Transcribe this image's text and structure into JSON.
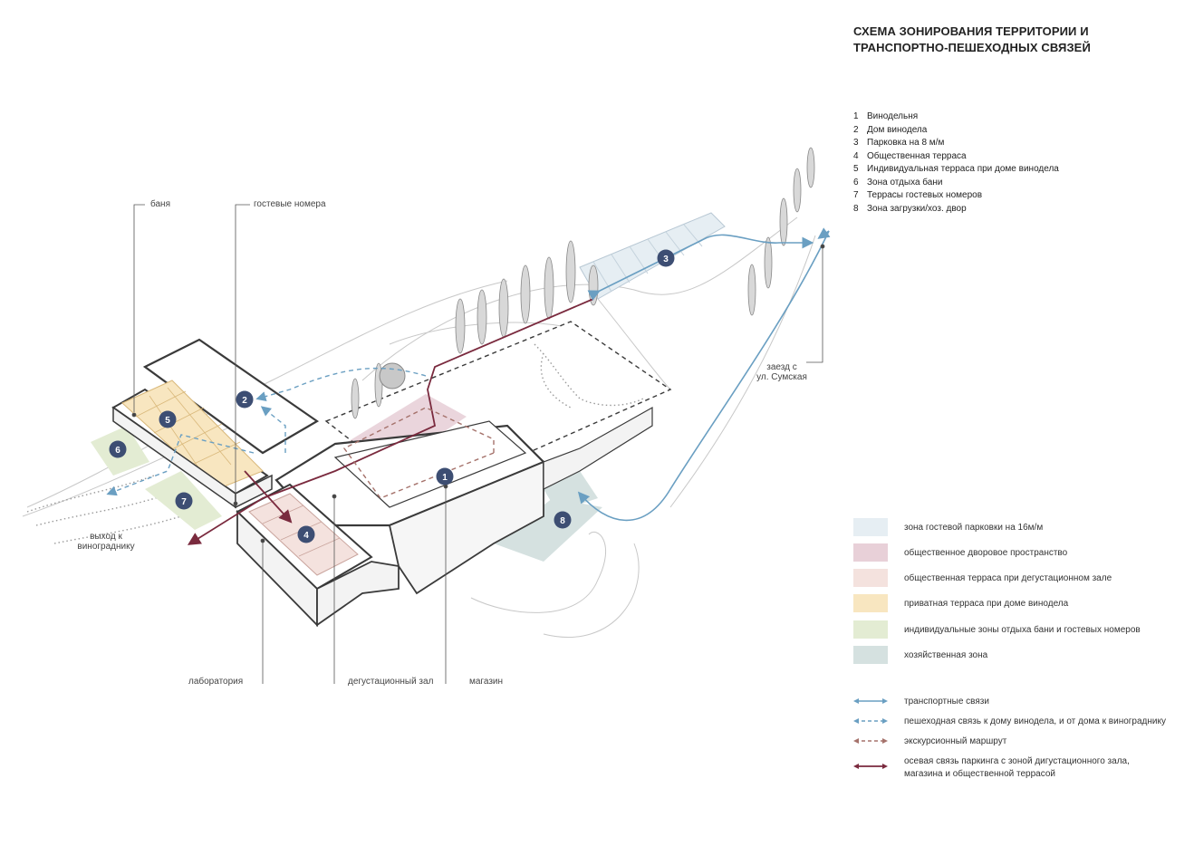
{
  "title": {
    "line1": "СХЕМА ЗОНИРОВАНИЯ ТЕРРИТОРИИ И",
    "line2": "ТРАНСПОРТНО-ПЕШЕХОДНЫХ СВЯЗЕЙ"
  },
  "numbered_list": [
    {
      "num": "1",
      "label": "Винодельня"
    },
    {
      "num": "2",
      "label": "Дом винодела"
    },
    {
      "num": "3",
      "label": "Парковка на 8 м/м"
    },
    {
      "num": "4",
      "label": "Общественная терраса"
    },
    {
      "num": "5",
      "label": "Индивидуальная терраса при доме винодела"
    },
    {
      "num": "6",
      "label": "Зона отдыха бани"
    },
    {
      "num": "7",
      "label": "Террасы гостевых номеров"
    },
    {
      "num": "8",
      "label": "Зона загрузки/хоз. двор"
    }
  ],
  "zone_legend": [
    {
      "label": "зона гостевой парковки на 16м/м",
      "color": "#e6eef3"
    },
    {
      "label": "общественное дворовое пространство",
      "color": "#e8d0d8"
    },
    {
      "label": "общественная терраса при дегустационном зале",
      "color": "#f4e2de"
    },
    {
      "label": "приватная терраса при доме винодела",
      "color": "#f8e6c0"
    },
    {
      "label": "индивидуальные зоны отдыха бани и гостевых номеров",
      "color": "#e3ecd3"
    },
    {
      "label": "хозяйственная зона",
      "color": "#d5e1e0"
    }
  ],
  "line_legend": [
    {
      "label": "транспортные связи",
      "color": "#6a9fc2",
      "style": "solid"
    },
    {
      "label": "пешеходная связь к дому винодела, и от дома к винограднику",
      "color": "#6a9fc2",
      "style": "dashed"
    },
    {
      "label": "экскурсионный маршрут",
      "color": "#a5726b",
      "style": "dashed"
    },
    {
      "label": "осевая связь паркинга с зоной дигустационного зала,",
      "label2": "магазина и общественной террасой",
      "color": "#7a2a3e",
      "style": "solid"
    }
  ],
  "callouts": {
    "banya": "баня",
    "guest_rooms": "гостевые номера",
    "laboratory": "лаборатория",
    "tasting_hall": "дегустационный зал",
    "shop": "магазин",
    "entry_line1": "заезд с",
    "entry_line2": "ул. Сумская",
    "exit_line1": "выход к",
    "exit_line2": "винограднику"
  },
  "badges": [
    "1",
    "2",
    "3",
    "4",
    "5",
    "6",
    "7",
    "8"
  ],
  "colors": {
    "badge": "#3d4e73",
    "outline": "#3a3a3a",
    "transport": "#6a9fc2",
    "excursion": "#a5726b",
    "axis": "#7a2a3e"
  }
}
